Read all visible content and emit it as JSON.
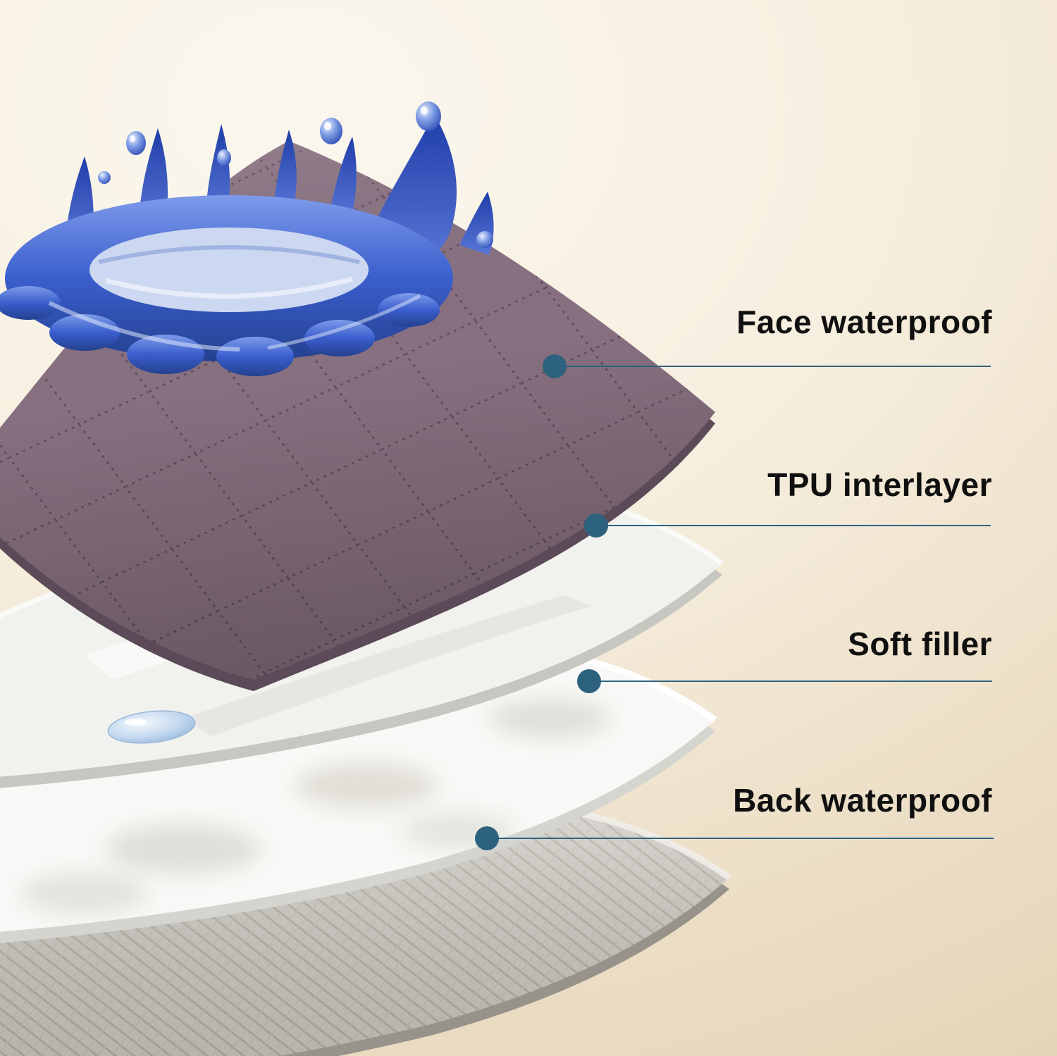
{
  "figure": {
    "callouts": [
      {
        "label": "Face waterproof"
      },
      {
        "label": "TPU interlayer"
      },
      {
        "label": "Soft filler"
      },
      {
        "label": "Back waterproof"
      }
    ]
  },
  "colors": {
    "accent": "#2d627f",
    "label_text": "#101010",
    "background_center": "#faf6ec",
    "background_edge": "#e7d7bc",
    "face_layer": "#8a7282",
    "tpu_layer": "#f1f1ee",
    "filler_layer": "#f8f8f6",
    "back_layer": "#cfccc4",
    "water_blue": "#3a5ecd"
  }
}
